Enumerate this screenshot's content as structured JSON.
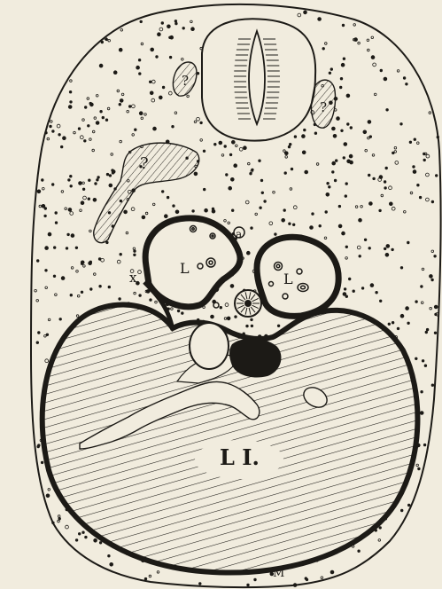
{
  "figure": {
    "labels": {
      "query_left_top": "?",
      "query_right_top": "?",
      "query_mid_left": "?",
      "lumen_left": "L",
      "lumen_right": "L",
      "marker_x": "x",
      "marker_a": "a",
      "marker_m": "M",
      "main_label": "L I."
    },
    "colors": {
      "paper": "#f1ecde",
      "ink": "#1c1a16"
    }
  }
}
